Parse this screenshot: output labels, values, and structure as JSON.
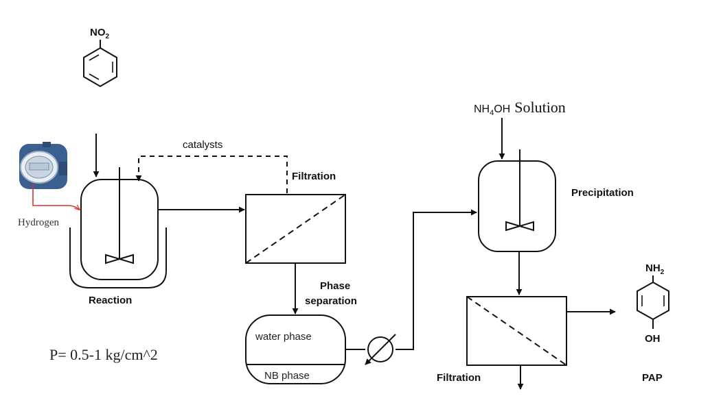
{
  "labels": {
    "nitro_group": "NO",
    "nitro_sub": "2",
    "catalysts": "catalysts",
    "filtration_top": "Filtration",
    "hydrogen": "Hydrogen",
    "reaction": "Reaction",
    "phase_separation_line1": "Phase",
    "phase_separation_line2": "separation",
    "water_phase": "water phase",
    "nb_phase": "NB phase",
    "pressure": "P= 0.5-1 kg/cm^2",
    "nh4oh_a": "NH",
    "nh4oh_sub": "4",
    "nh4oh_b": "OH",
    "nh4oh_solution": "Solution",
    "precipitation": "Precipitation",
    "filtration_bottom": "Filtration",
    "amine_group": "NH",
    "amine_sub": "2",
    "hydroxyl_group": "OH",
    "product": "PAP"
  },
  "colors": {
    "line": "#111111",
    "hydrogen_line": "#d9342b",
    "gauge_body": "#3b5f8f",
    "gauge_face": "#dfe7ee"
  }
}
